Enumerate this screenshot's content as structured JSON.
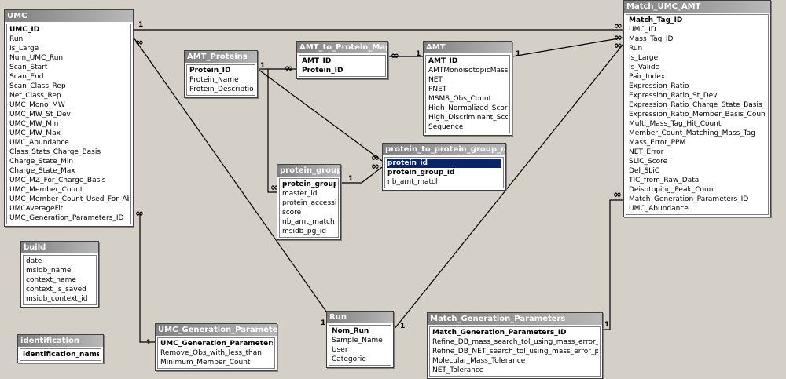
{
  "tables": {
    "umc": {
      "title": "UMC",
      "fields": [
        {
          "name": "UMC_ID",
          "pk": true
        },
        {
          "name": "Run"
        },
        {
          "name": "Is_Large"
        },
        {
          "name": "Num_UMC_Run"
        },
        {
          "name": "Scan_Start"
        },
        {
          "name": "Scan_End"
        },
        {
          "name": "Scan_Class_Rep"
        },
        {
          "name": "Net_Class_Rep"
        },
        {
          "name": "UMC_Mono_MW"
        },
        {
          "name": "UMC_MW_St_Dev"
        },
        {
          "name": "UMC_MW_Min"
        },
        {
          "name": "UMC_MW_Max"
        },
        {
          "name": "UMC_Abundance"
        },
        {
          "name": "Class_Stats_Charge_Basis"
        },
        {
          "name": "Charge_State_Min"
        },
        {
          "name": "Charge_State_Max"
        },
        {
          "name": "UMC_MZ_For_Charge_Basis"
        },
        {
          "name": "UMC_Member_Count"
        },
        {
          "name": "UMC_Member_Count_Used_For_Abu"
        },
        {
          "name": "UMCAverageFit"
        },
        {
          "name": "UMC_Generation_Parameters_ID"
        }
      ]
    },
    "amt_proteins": {
      "title": "AMT_Proteins",
      "fields": [
        {
          "name": "Protein_ID",
          "pk": true
        },
        {
          "name": "Protein_Name"
        },
        {
          "name": "Protein_Description"
        }
      ]
    },
    "amt_to_protein_map": {
      "title": "AMT_to_Protein_Map",
      "fields": [
        {
          "name": "AMT_ID",
          "pk": true
        },
        {
          "name": "Protein_ID",
          "pk": true
        }
      ]
    },
    "amt": {
      "title": "AMT",
      "fields": [
        {
          "name": "AMT_ID",
          "pk": true
        },
        {
          "name": "AMTMonoisotopicMass"
        },
        {
          "name": "NET"
        },
        {
          "name": "PNET"
        },
        {
          "name": "MSMS_Obs_Count"
        },
        {
          "name": "High_Normalized_Score"
        },
        {
          "name": "High_Discriminant_Score"
        },
        {
          "name": "Sequence"
        }
      ]
    },
    "match_umc_amt": {
      "title": "Match_UMC_AMT",
      "fields": [
        {
          "name": "Match_Tag_ID",
          "pk": true
        },
        {
          "name": "UMC_ID"
        },
        {
          "name": "Mass_Tag_ID"
        },
        {
          "name": "Run"
        },
        {
          "name": "Is_Large"
        },
        {
          "name": "Is_Valide"
        },
        {
          "name": "Pair_Index"
        },
        {
          "name": "Expression_Ratio"
        },
        {
          "name": "Expression_Ratio_St_Dev"
        },
        {
          "name": "Expression_Ratio_Charge_State_Basis_Count"
        },
        {
          "name": "Expression_Ratio_Member_Basis_Count"
        },
        {
          "name": "Multi_Mass_Tag_Hit_Count"
        },
        {
          "name": "Member_Count_Matching_Mass_Tag"
        },
        {
          "name": "Mass_Error_PPM"
        },
        {
          "name": "NET_Error"
        },
        {
          "name": "SLiC_Score"
        },
        {
          "name": "Del_SLiC"
        },
        {
          "name": "TIC_from_Raw_Data"
        },
        {
          "name": "Deisotoping_Peak_Count"
        },
        {
          "name": "Match_Generation_Parameters_ID"
        },
        {
          "name": "UMC_Abundance"
        }
      ]
    },
    "protein_to_protein_group_map": {
      "title": "protein_to_protein_group_map",
      "fields": [
        {
          "name": "protein_id",
          "pk": true,
          "selected": true
        },
        {
          "name": "protein_group_id",
          "pk": true
        },
        {
          "name": "nb_amt_match"
        }
      ]
    },
    "protein_group": {
      "title": "protein_group",
      "fields": [
        {
          "name": "protein_group_id",
          "pk": true
        },
        {
          "name": "master_id"
        },
        {
          "name": "protein_accession"
        },
        {
          "name": "score"
        },
        {
          "name": "nb_amt_match"
        },
        {
          "name": "msidb_pg_id"
        }
      ]
    },
    "build": {
      "title": "build",
      "fields": [
        {
          "name": "date"
        },
        {
          "name": "msidb_name"
        },
        {
          "name": "context_name"
        },
        {
          "name": "context_is_saved"
        },
        {
          "name": "msidb_context_id"
        }
      ]
    },
    "identification": {
      "title": "identification",
      "fields": [
        {
          "name": "identification_name",
          "pk": true
        }
      ]
    },
    "umc_generation_parameters": {
      "title": "UMC_Generation_Parameters",
      "fields": [
        {
          "name": "UMC_Generation_Parameters_ID",
          "pk": true
        },
        {
          "name": "Remove_Obs_with_less_than"
        },
        {
          "name": "Minimum_Member_Count"
        }
      ]
    },
    "run": {
      "title": "Run",
      "fields": [
        {
          "name": "Nom_Run",
          "pk": true
        },
        {
          "name": "Sample_Name"
        },
        {
          "name": "User"
        },
        {
          "name": "Categorie"
        }
      ]
    },
    "match_generation_parameters": {
      "title": "Match_Generation_Parameters",
      "fields": [
        {
          "name": "Match_Generation_Parameters_ID",
          "pk": true
        },
        {
          "name": "Refine_DB_mass_search_tol_using_mass_error_plot"
        },
        {
          "name": "Refine_DB_NET_search_tol_using_mass_error_plot"
        },
        {
          "name": "Molecular_Mass_Tolerance"
        },
        {
          "name": "NET_Tolerance"
        }
      ]
    }
  },
  "cardinality": {
    "one": "1",
    "many": "∞"
  },
  "colors": {
    "background": "#d4d0c8",
    "title_bar": "#808080",
    "link": "#000000",
    "selection": "#0a246a"
  }
}
